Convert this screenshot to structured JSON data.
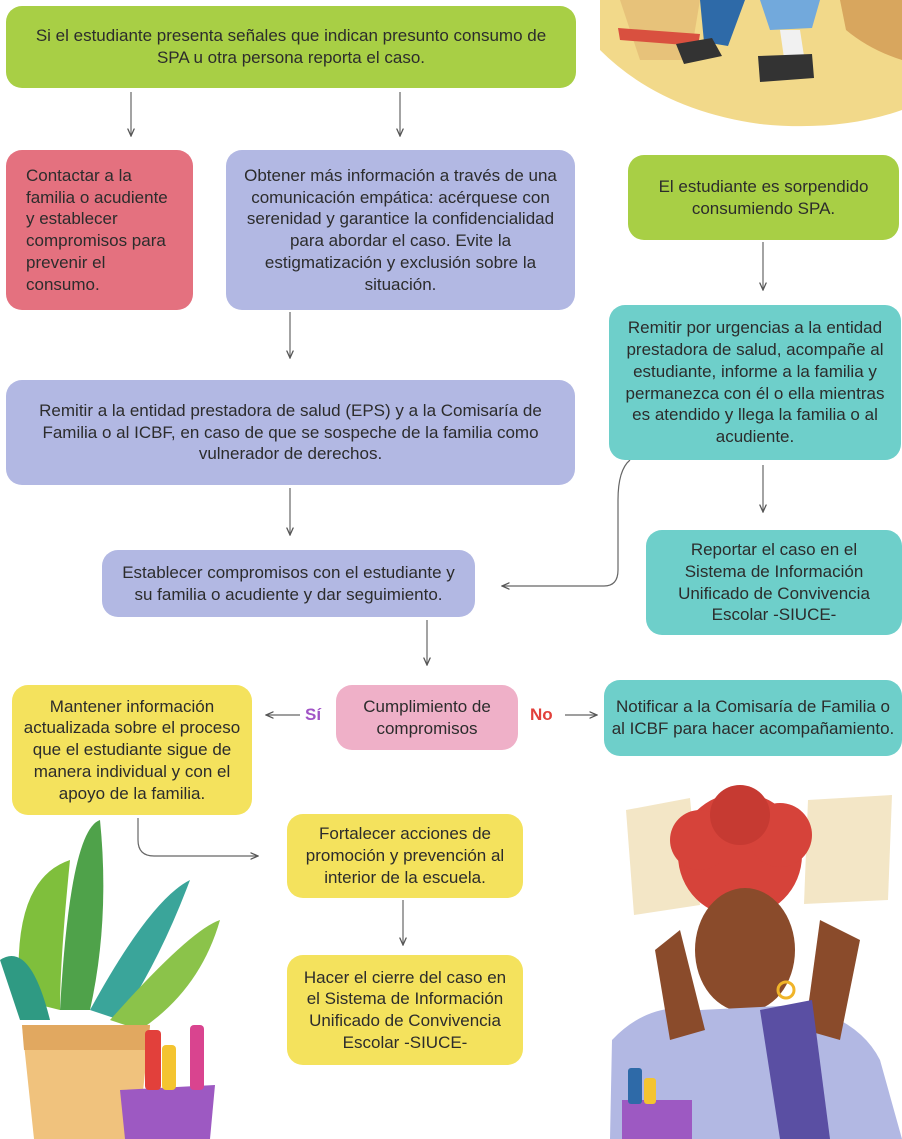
{
  "colors": {
    "green": "#a8cf45",
    "red": "#e4717f",
    "purple": "#b2b8e3",
    "teal": "#6ecfca",
    "yellow": "#f4e25d",
    "pink": "#efb0c8",
    "label_si": "#a154c6",
    "label_no": "#e2403b"
  },
  "nodes": {
    "start": "Si el estudiante presenta señales que indican presunto consumo de SPA  u otra persona reporta el caso.",
    "contact_family": "Contactar a la familia o acudiente y establecer compromisos para prevenir el consumo.",
    "more_info": "Obtener más información a través de una comunicación empática: acérquese con serenidad y garantice la confidencialidad para abordar el caso. Evite la estigmatización y exclusión sobre la situación.",
    "caught": "El estudiante es sorpendido consumiendo SPA.",
    "emergency": "Remitir por urgencias a la entidad prestadora de salud, acompañe al estudiante, informe a la familia y permanezca con él o ella mientras es atendido y llega la familia o al acudiente.",
    "refer_eps": "Remitir a la entidad prestadora de salud (EPS) y a la Comisaría de Familia o al ICBF, en caso de que se sospeche de la familia como vulnerador de derechos.",
    "report_siuce": "Reportar el caso en el Sistema de Información Unificado de Convivencia Escolar -SIUCE-",
    "commitments": "Establecer compromisos con el estudiante y su familia o acudiente y dar seguimiento.",
    "compliance": "Cumplimiento de compromisos",
    "keep_info": "Mantener información actualizada sobre el proceso que el estudiante sigue de manera individual y con el apoyo de la familia.",
    "notify": "Notificar a la Comisaría de Familia o al ICBF para hacer acompañamiento.",
    "strengthen": "Fortalecer acciones de promoción y prevención al interior de la escuela.",
    "close_case": "Hacer el cierre del caso en el Sistema de Información Unificado de Convivencia Escolar -SIUCE-"
  },
  "labels": {
    "yes": "Sí",
    "no": "No"
  }
}
